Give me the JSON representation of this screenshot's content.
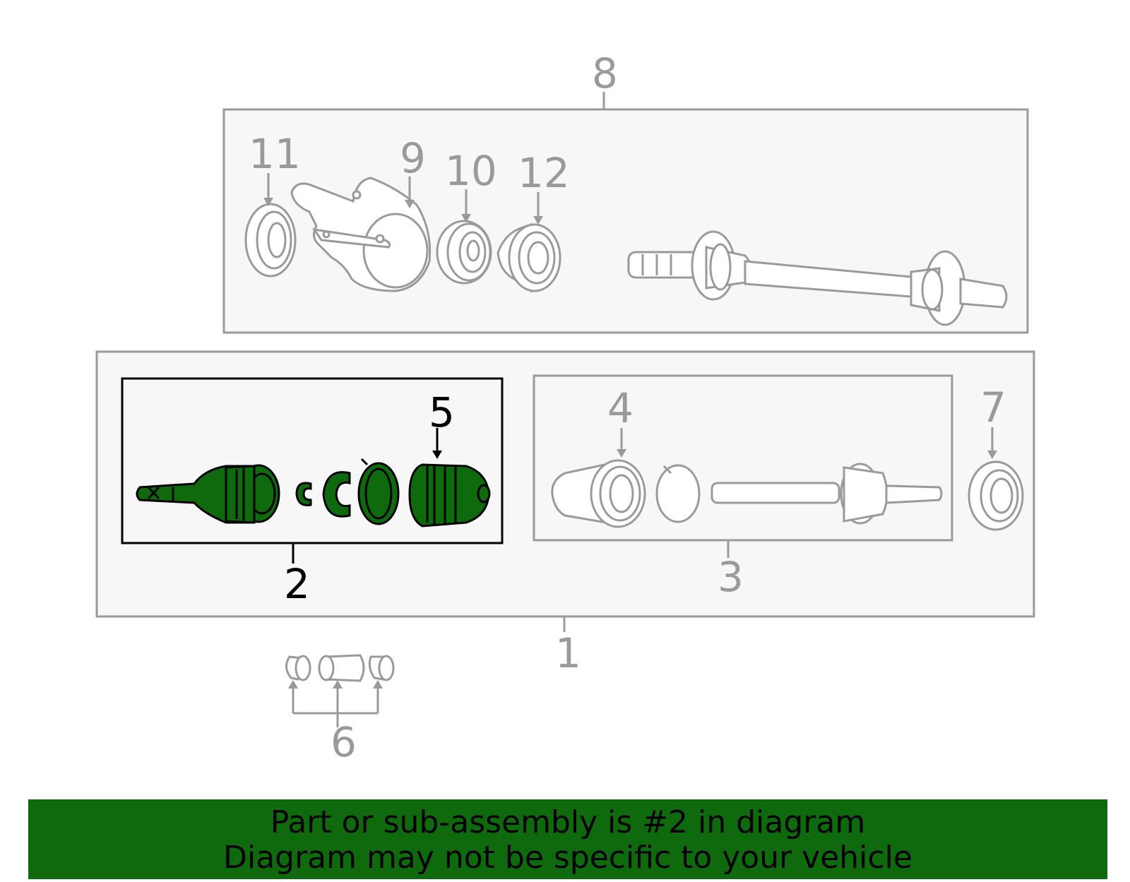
{
  "callouts": {
    "c1": "1",
    "c2": "2",
    "c3": "3",
    "c4": "4",
    "c5": "5",
    "c6": "6",
    "c7": "7",
    "c8": "8",
    "c9": "9",
    "c10": "10",
    "c11": "11",
    "c12": "12"
  },
  "banner": {
    "line1": "Part or sub-assembly is #2 in diagram",
    "line2": "Diagram may not be specific to your vehicle"
  },
  "colors": {
    "highlight": "#0f6a0d",
    "outline_grey": "#9a9a9a",
    "box_fill": "#f7f7f7"
  }
}
